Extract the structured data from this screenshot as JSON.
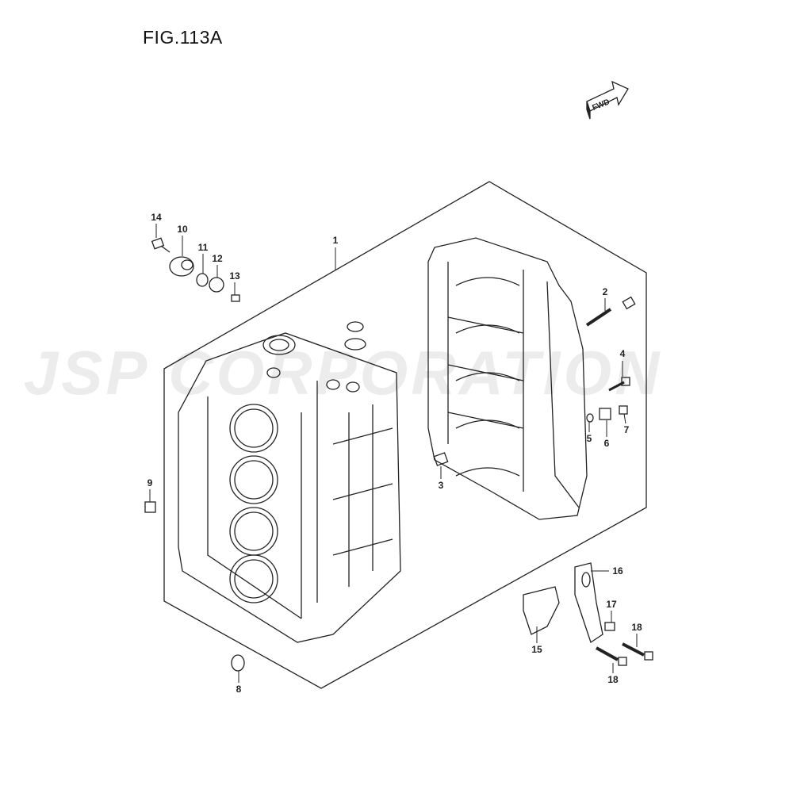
{
  "figure": {
    "title": "FIG.113A",
    "direction_badge": "FWD"
  },
  "watermark": "JSP CORPORATION",
  "callouts": [
    "1",
    "2",
    "3",
    "4",
    "5",
    "6",
    "7",
    "8",
    "9",
    "10",
    "11",
    "12",
    "13",
    "14",
    "15",
    "16",
    "17",
    "18",
    "18"
  ]
}
